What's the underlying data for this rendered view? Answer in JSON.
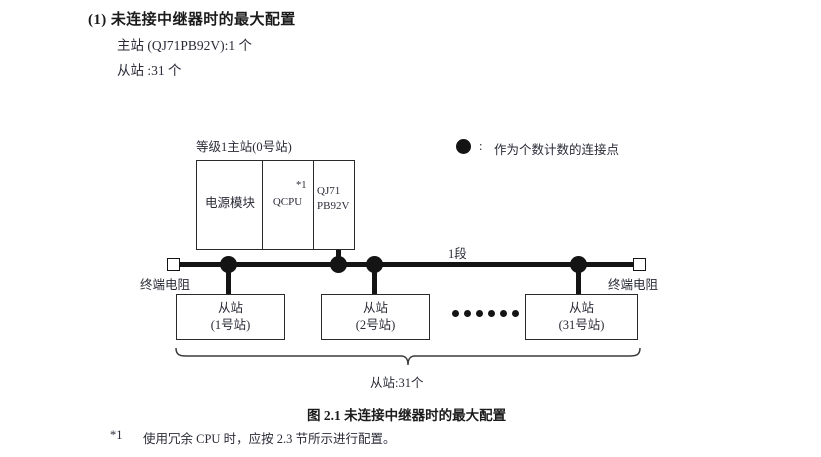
{
  "section": {
    "number": "(1)",
    "title": "未连接中继器时的最大配置",
    "lines": [
      "主站 (QJ71PB92V):1 个",
      "从站 :31 个"
    ]
  },
  "diagram": {
    "master": {
      "header": "等级1主站(0号站)",
      "cells": [
        {
          "label": "电源模块"
        },
        {
          "label": "QCPU",
          "superscript": "*1"
        },
        {
          "label_line1": "QJ71",
          "label_line2": "PB92V"
        }
      ]
    },
    "bus": {
      "segment_label": "1段",
      "terminator_left": "终端电阻",
      "terminator_right": "终端电阻",
      "node_count": 4
    },
    "slaves": [
      {
        "name": "从站",
        "station": "(1号站)"
      },
      {
        "name": "从站",
        "station": "(2号站)"
      },
      {
        "name": "从站",
        "station": "(31号站)"
      }
    ],
    "ellipsis_dots": 6,
    "brace_label": "从站:31个",
    "legend": {
      "marker": "filled-circle",
      "separator": ":",
      "text": "作为个数计数的连接点"
    }
  },
  "caption": "图 2.1  未连接中继器时的最大配置",
  "footnote": {
    "marker": "*1",
    "text": "使用冗余 CPU 时，应按 2.3 节所示进行配置。"
  },
  "colors": {
    "line": "#141414",
    "text": "#2b2b38",
    "heading": "#1b1b1b",
    "background": "#ffffff"
  }
}
